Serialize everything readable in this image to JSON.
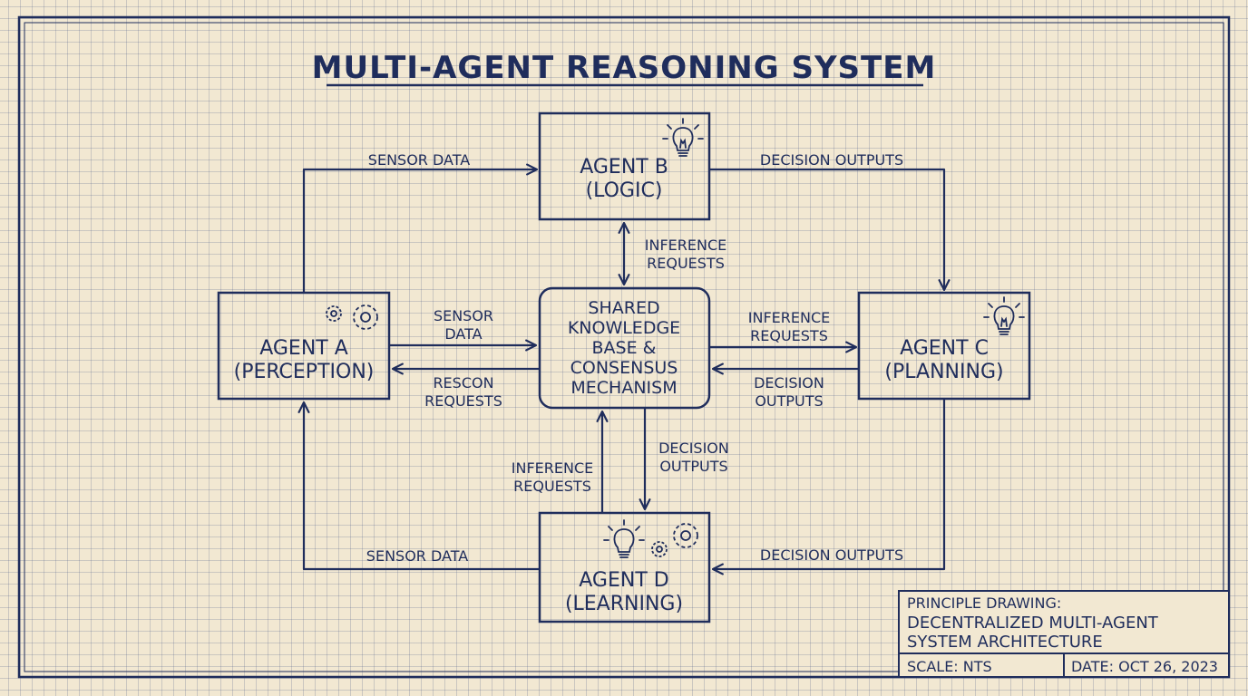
{
  "title": "MULTI-AGENT REASONING SYSTEM",
  "core": {
    "lines": [
      "SHARED",
      "KNOWLEDGE",
      "BASE &",
      "CONSENSUS",
      "MECHANISM"
    ]
  },
  "agents": {
    "a": {
      "name": "AGENT A",
      "role": "(PERCEPTION)",
      "icon": "gears-icon"
    },
    "b": {
      "name": "AGENT B",
      "role": "(LOGIC)",
      "icon": "lightbulb-icon"
    },
    "c": {
      "name": "AGENT C",
      "role": "(PLANNING)",
      "icon": "lightbulb-icon"
    },
    "d": {
      "name": "AGENT D",
      "role": "(LEARNING)",
      "icon": "lightbulb-and-gears-icon"
    }
  },
  "edges": {
    "a_to_b": "SENSOR DATA",
    "b_to_c": "DECISION OUTPUTS",
    "b_core": [
      "INFERENCE",
      "REQUESTS"
    ],
    "a_to_core": [
      "SENSOR",
      "DATA"
    ],
    "core_to_a": [
      "RESCON",
      "REQUESTS"
    ],
    "core_to_c": [
      "INFERENCE",
      "REQUESTS"
    ],
    "c_to_core": [
      "DECISION",
      "OUTPUTS"
    ],
    "d_to_core": [
      "INFERENCE",
      "REQUESTS"
    ],
    "core_to_d": [
      "DECISION",
      "OUTPUTS"
    ],
    "d_to_a": "SENSOR DATA",
    "c_to_d": "DECISION OUTPUTS"
  },
  "title_block": {
    "heading": "PRINCIPLE DRAWING:",
    "line1": "DECENTRALIZED MULTI-AGENT",
    "line2": "SYSTEM ARCHITECTURE",
    "scale": "SCALE: NTS",
    "date": "DATE: OCT 26, 2023"
  },
  "colors": {
    "ink": "#1f2d5c",
    "paper": "#f2e8d2",
    "grid": "#a9b3cc"
  }
}
